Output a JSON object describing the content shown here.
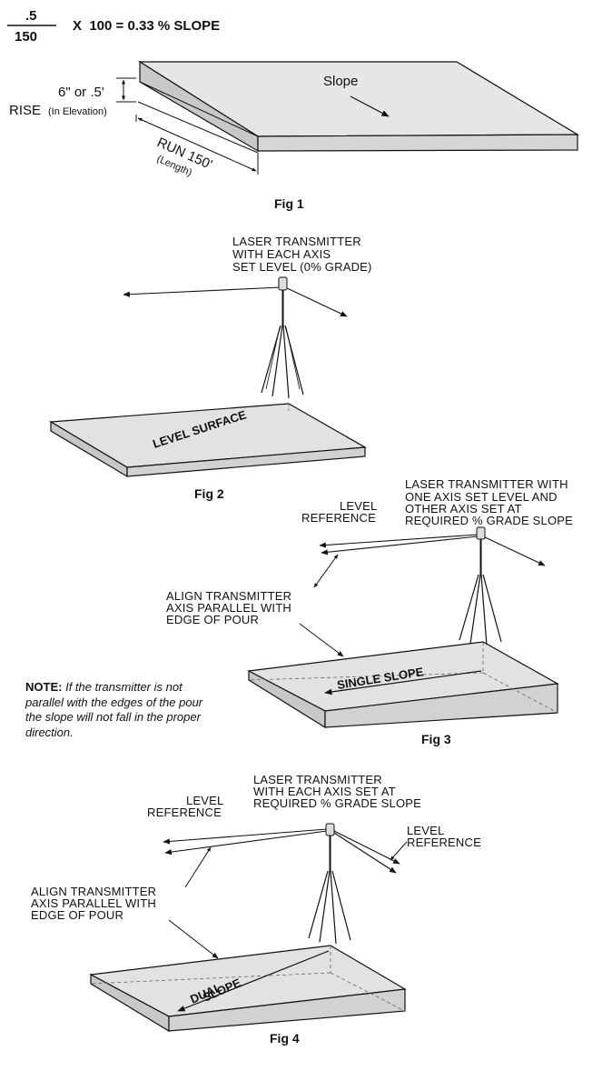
{
  "formula": {
    "numerator": ".5",
    "denominator": "150",
    "rest": "X  100 = 0.33 % SLOPE"
  },
  "fig1": {
    "slope_label": "Slope",
    "rise_value": "6\" or .5'",
    "rise_label": "RISE",
    "rise_sub": "(In Elevation)",
    "run_label": "RUN 150'",
    "run_sub": "(Length)",
    "caption": "Fig 1"
  },
  "fig2": {
    "laser_line1": "LASER TRANSMITTER",
    "laser_line2": "WITH EACH AXIS",
    "laser_line3": "SET LEVEL (0% GRADE)",
    "surface_label": "LEVEL SURFACE",
    "caption": "Fig 2"
  },
  "fig3": {
    "laser_line1": "LASER TRANSMITTER WITH",
    "laser_line2": "ONE AXIS SET LEVEL AND",
    "laser_line3": "OTHER AXIS SET AT",
    "laser_line4": "REQUIRED % GRADE SLOPE",
    "level_line1": "LEVEL",
    "level_line2": "REFERENCE",
    "align_line1": "ALIGN TRANSMITTER",
    "align_line2": "AXIS PARALLEL WITH",
    "align_line3": "EDGE OF POUR",
    "surface_label": "SINGLE SLOPE",
    "caption": "Fig 3"
  },
  "note": {
    "label": "NOTE:",
    "text": "If the transmitter is not parallel with the edges of the pour the slope will not fall in the proper direction."
  },
  "fig4": {
    "laser_line1": "LASER TRANSMITTER",
    "laser_line2": "WITH EACH AXIS SET AT",
    "laser_line3": "REQUIRED % GRADE SLOPE",
    "level_left_line1": "LEVEL",
    "level_left_line2": "REFERENCE",
    "level_right_line1": "LEVEL",
    "level_right_line2": "REFERENCE",
    "align_line1": "ALIGN TRANSMITTER",
    "align_line2": "AXIS PARALLEL WITH",
    "align_line3": "EDGE OF POUR",
    "surface_line1": "DUAL",
    "surface_line2": "SLOPE",
    "caption": "Fig 4"
  }
}
